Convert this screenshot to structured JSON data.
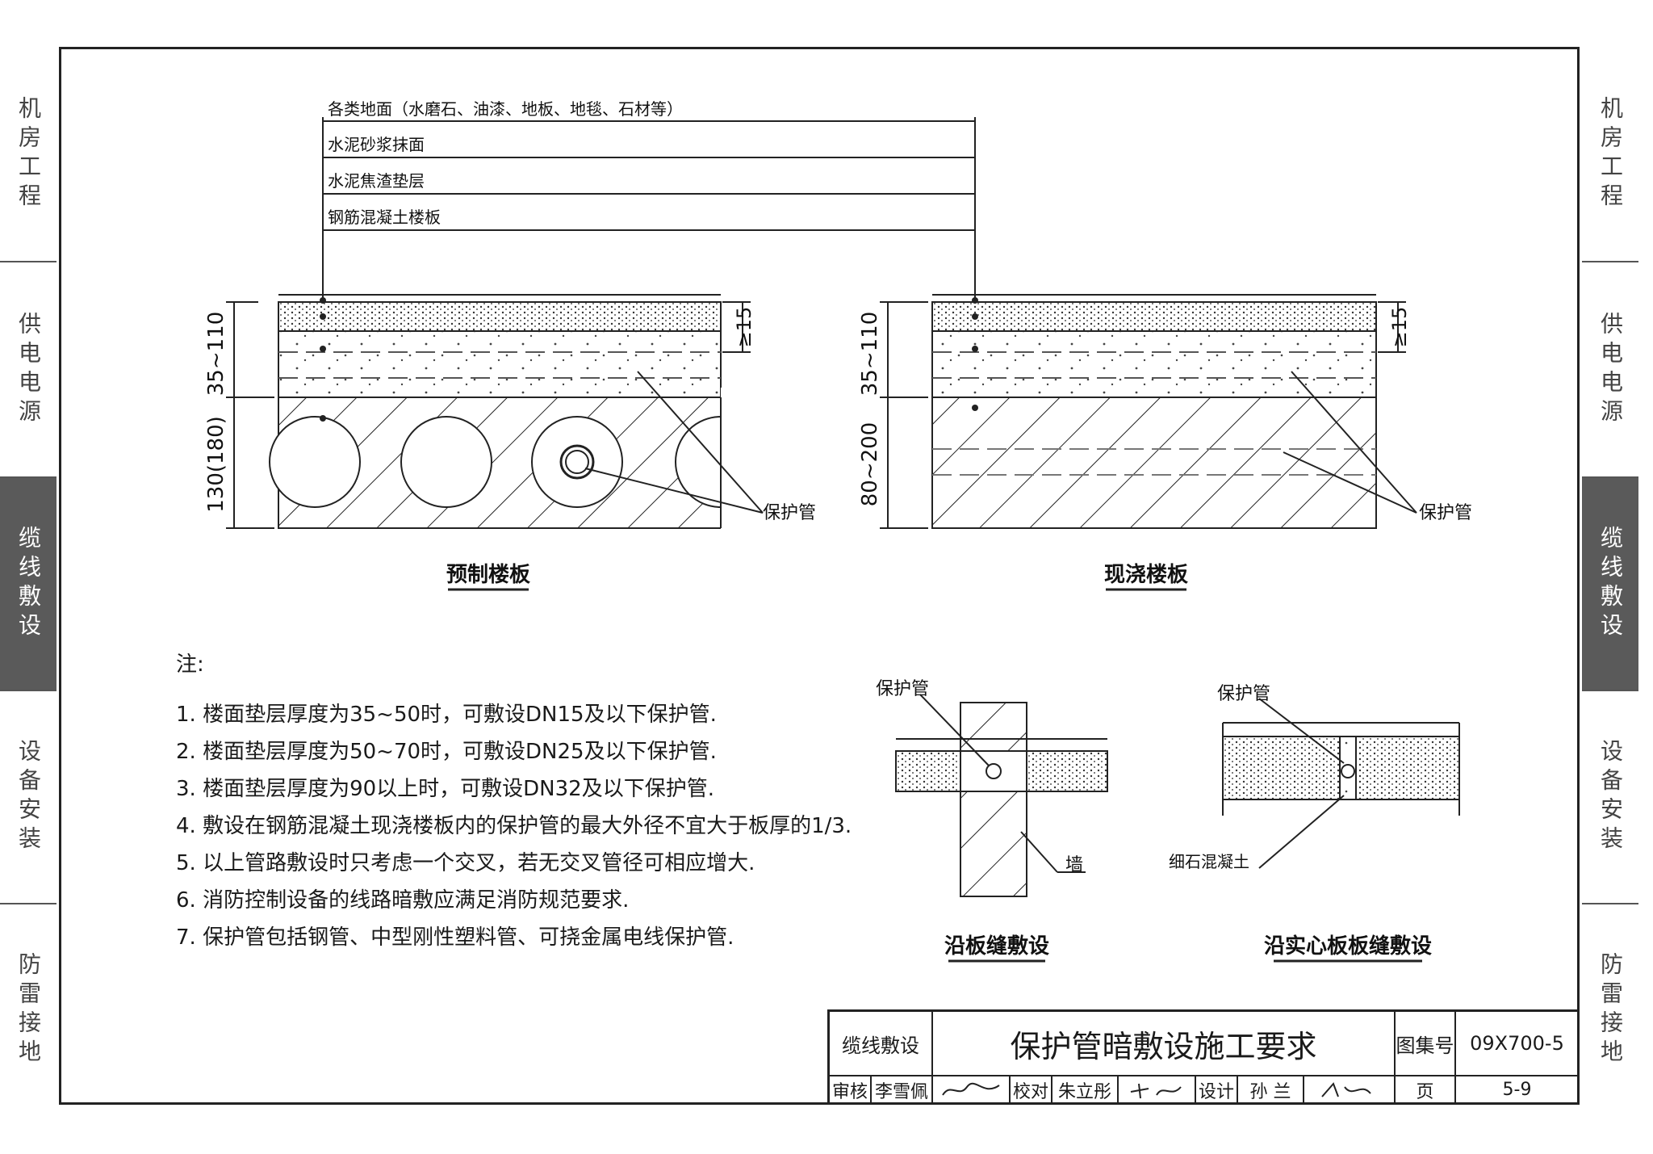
{
  "side_tabs": [
    {
      "label": "机房工程",
      "active": false
    },
    {
      "label": "供电电源",
      "active": false
    },
    {
      "label": "缆线敷设",
      "active": true
    },
    {
      "label": "设备安装",
      "active": false
    },
    {
      "label": "防雷接地",
      "active": false
    }
  ],
  "layers": {
    "l1": "各类地面（水磨石、油漆、地板、地毯、石材等）",
    "l2": "水泥砂浆抹面",
    "l3": "水泥焦渣垫层",
    "l4": "钢筋混凝土楼板"
  },
  "precast": {
    "title": "预制楼板",
    "dim_top": "35~110",
    "dim_bottom": "130(180)",
    "dim_side": "≥15",
    "pipe_label": "保护管"
  },
  "castinplace": {
    "title": "现浇楼板",
    "dim_top": "35~110",
    "dim_bottom": "80~200",
    "dim_side": "≥15",
    "pipe_label": "保护管"
  },
  "joint1": {
    "title": "沿板缝敷设",
    "pipe_label": "保护管",
    "wall_label": "墙"
  },
  "joint2": {
    "title": "沿实心板板缝敷设",
    "pipe_label": "保护管",
    "concrete_label": "细石混凝土"
  },
  "notes": {
    "header": "注:",
    "items": [
      "1. 楼面垫层厚度为35~50时，可敷设DN15及以下保护管.",
      "2. 楼面垫层厚度为50~70时，可敷设DN25及以下保护管.",
      "3. 楼面垫层厚度为90以上时，可敷设DN32及以下保护管.",
      "4. 敷设在钢筋混凝土现浇楼板内的保护管的最大外径不宜大于板厚的1/3.",
      "5. 以上管路敷设时只考虑一个交叉，若无交叉管径可相应增大.",
      "6. 消防控制设备的线路暗敷应满足消防规范要求.",
      "7. 保护管包括钢管、中型刚性塑料管、可挠金属电线保护管."
    ]
  },
  "title_block": {
    "category": "缆线敷设",
    "title": "保护管暗敷设施工要求",
    "atlas_label": "图集号",
    "atlas_no": "09X700-5",
    "review_label": "审核",
    "reviewer": "李雪佩",
    "check_label": "校对",
    "checker": "朱立彤",
    "design_label": "设计",
    "designer": "孙 兰",
    "page_label": "页",
    "page_no": "5-9"
  }
}
